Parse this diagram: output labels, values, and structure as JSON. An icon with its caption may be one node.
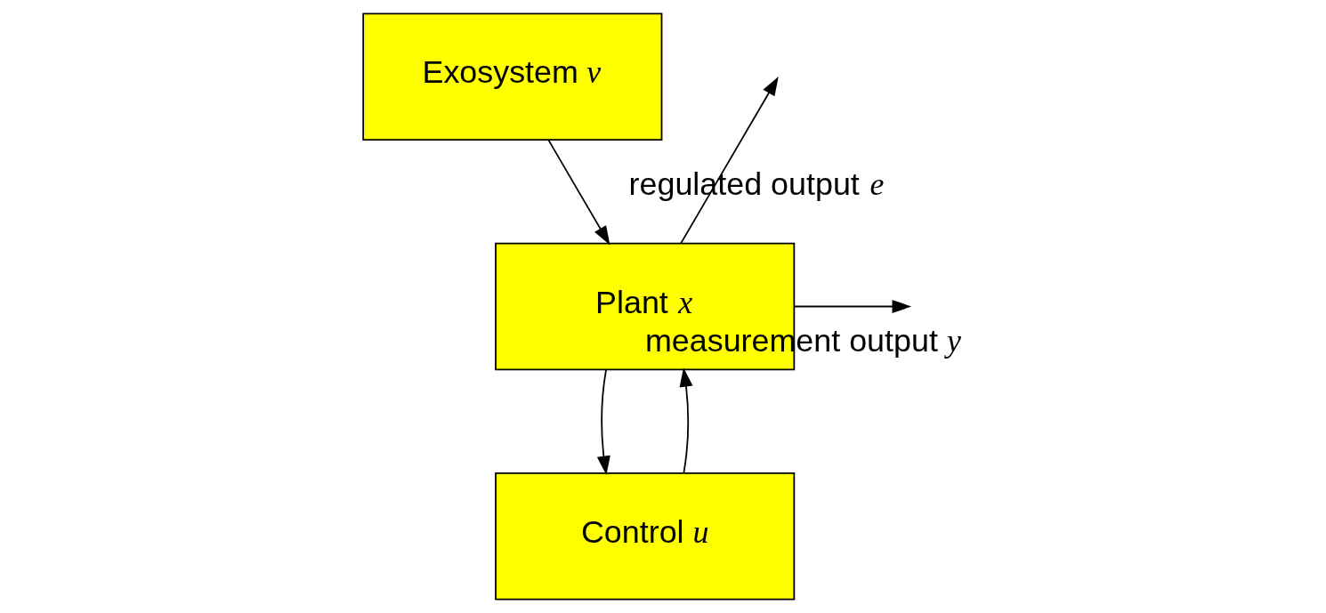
{
  "diagram": {
    "nodes": [
      {
        "text": [
          "Exosystem *v*"
        ]
      },
      {
        "text": [
          "Plant *x*"
        ]
      },
      {
        "text": [
          "Control *u*"
        ]
      }
    ],
    "edges": [
      {
        "from": 0,
        "to": 1,
        "arrow": "to"
      },
      {
        "from": 1,
        "to": null,
        "arrow": "to",
        "label": "regulated output *e*"
      },
      {
        "from": 1,
        "to": null,
        "arrow": "to",
        "label": "measurement output *y*"
      },
      {
        "from": 1,
        "to": 2,
        "arrow": "to"
      },
      {
        "from": 2,
        "to": 1,
        "arrow": "to"
      }
    ]
  }
}
